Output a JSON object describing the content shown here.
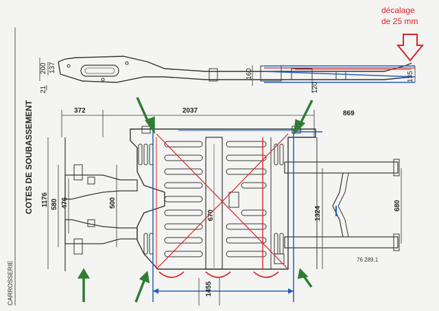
{
  "annotation": {
    "line1": "décalage",
    "line2": "de 25 mm"
  },
  "side_view": {
    "dims": {
      "d200": "200",
      "d137": "137",
      "d21": "21",
      "d160": "160",
      "d120": "120",
      "d135": "135"
    }
  },
  "plan_view": {
    "dims": {
      "d372": "372",
      "d2037": "2037",
      "d869": "869",
      "d1176": "1176",
      "d580": "580",
      "d476": "476",
      "d500": "500",
      "d670": "670",
      "d1324": "1324",
      "d680": "680",
      "d1455": "1455"
    },
    "reference": "76 289.1"
  },
  "labels": {
    "cotes": "COTES DE SOUBASSEMENT",
    "carrosserie": "CARROSSERIE"
  },
  "colors": {
    "green_arrow": "#2e7d32",
    "red_overlay": "#d8232a",
    "blue_overlay": "#1f5fbf",
    "drawing": "#333333"
  }
}
